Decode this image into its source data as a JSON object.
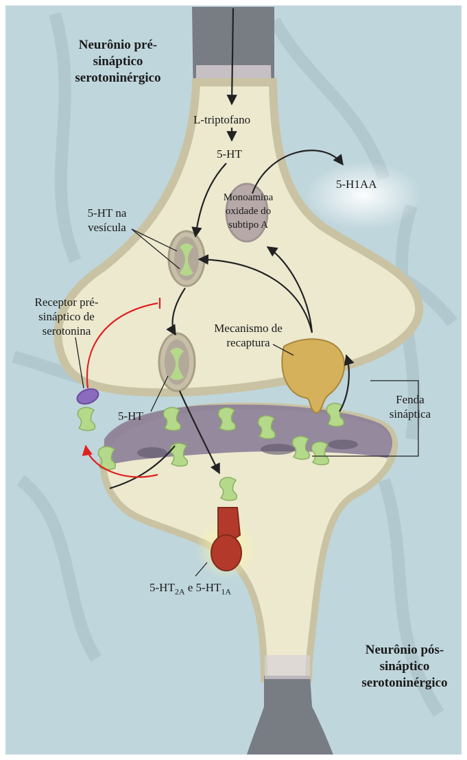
{
  "labels": {
    "presynaptic_neuron": "Neurônio pré-sináptico serotoninérgico",
    "tryptophan": "L-triptofano",
    "ht_top": "5-HT",
    "h1aa": "5-H1AA",
    "mao": "Monoamina oxidade do subtipo A",
    "ht_vesicle": "5-HT na vesícula",
    "presynaptic_receptor": "Receptor pré-sináptico de serotonina",
    "reuptake": "Mecanismo de recaptura",
    "ht_bottom": "5-HT",
    "cleft": "Fenda sináptica",
    "receptors_base_1": "5-HT",
    "receptors_sub_1": "2A",
    "receptors_mid": " e 5-HT",
    "receptors_sub_2": "1A",
    "postsynaptic_neuron": "Neurônio pós-sináptico serotoninérgico"
  },
  "colors": {
    "background": "#bfd6dc",
    "neuron_body": "#ece9cf",
    "neuron_rim": "#c9c3a4",
    "axon": "#7f8288",
    "postsynaptic_membrane": "#8c7e98",
    "serotonin": "#b5d98a",
    "receptor_red": "#b33a2a",
    "reuptake": "#d4b15a",
    "presynaptic_receptor": "#8a6bbd",
    "inhibition_arrow": "#e02020"
  }
}
